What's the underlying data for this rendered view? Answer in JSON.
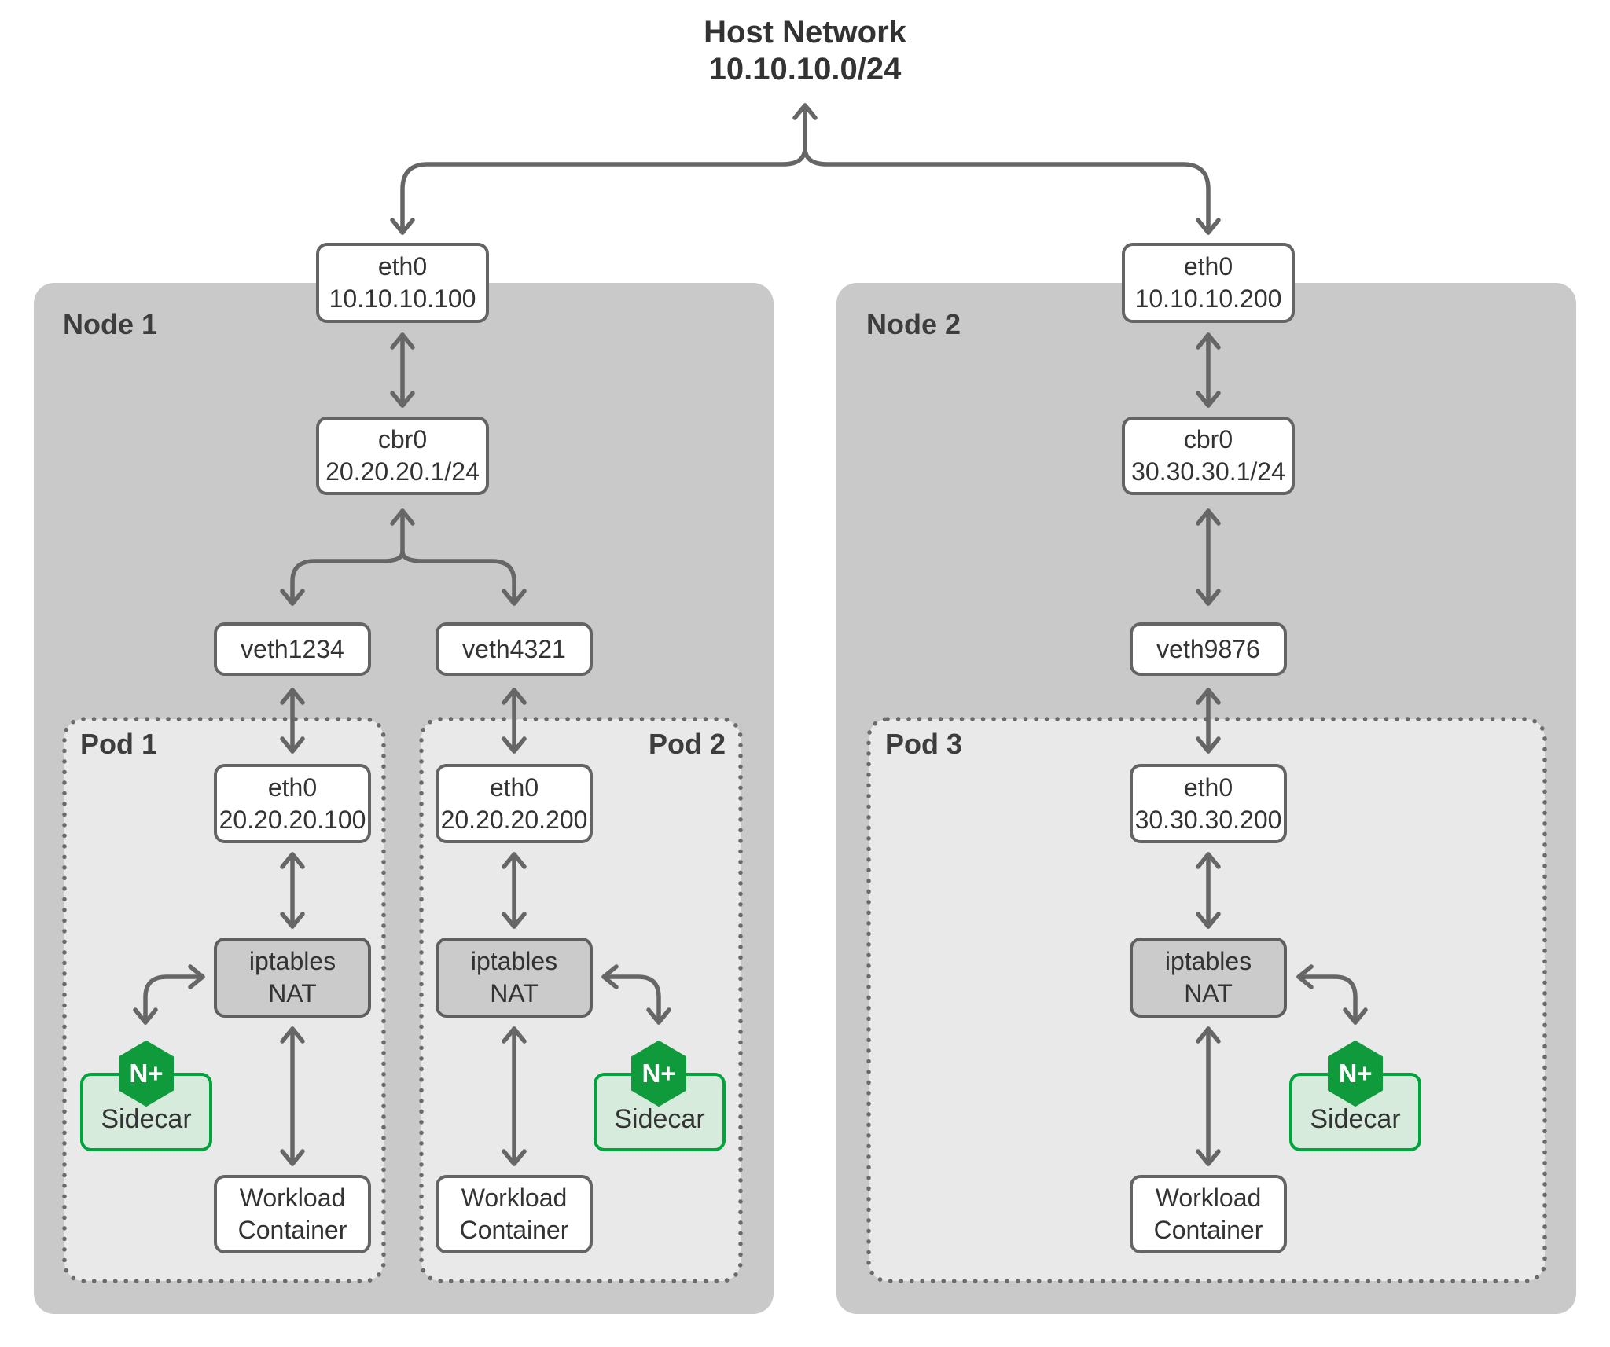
{
  "title": {
    "line1": "Host Network",
    "line2": "10.10.10.0/24"
  },
  "colors": {
    "nginx_green": "#0f9a3c",
    "sidecar_border": "#00a43d",
    "sidecar_fill": "#d7ebdc",
    "node_fill": "#c9c9c9",
    "pod_fill": "#e9e9e9",
    "nat_fill": "#cbcbcb",
    "arrow_gray": "#666666",
    "box_border": "#646464"
  },
  "nodes": [
    {
      "label": "Node 1",
      "eth0": {
        "name": "eth0",
        "addr": "10.10.10.100"
      },
      "cbr0": {
        "name": "cbr0",
        "addr": "20.20.20.1/24"
      },
      "veths": [
        {
          "label": "veth1234"
        },
        {
          "label": "veth4321"
        }
      ]
    },
    {
      "label": "Node 2",
      "eth0": {
        "name": "eth0",
        "addr": "10.10.10.200"
      },
      "cbr0": {
        "name": "cbr0",
        "addr": "30.30.30.1/24"
      },
      "veths": [
        {
          "label": "veth9876"
        }
      ]
    }
  ],
  "pods": [
    {
      "label": "Pod 1",
      "eth0": {
        "name": "eth0",
        "addr": "20.20.20.100"
      },
      "nat": {
        "line1": "iptables",
        "line2": "NAT"
      },
      "sidecar": {
        "label": "Sidecar",
        "icon_text": "N+"
      },
      "workload": {
        "line1": "Workload",
        "line2": "Container"
      }
    },
    {
      "label": "Pod 2",
      "eth0": {
        "name": "eth0",
        "addr": "20.20.20.200"
      },
      "nat": {
        "line1": "iptables",
        "line2": "NAT"
      },
      "sidecar": {
        "label": "Sidecar",
        "icon_text": "N+"
      },
      "workload": {
        "line1": "Workload",
        "line2": "Container"
      }
    },
    {
      "label": "Pod 3",
      "eth0": {
        "name": "eth0",
        "addr": "30.30.30.200"
      },
      "nat": {
        "line1": "iptables",
        "line2": "NAT"
      },
      "sidecar": {
        "label": "Sidecar",
        "icon_text": "N+"
      },
      "workload": {
        "line1": "Workload",
        "line2": "Container"
      }
    }
  ]
}
